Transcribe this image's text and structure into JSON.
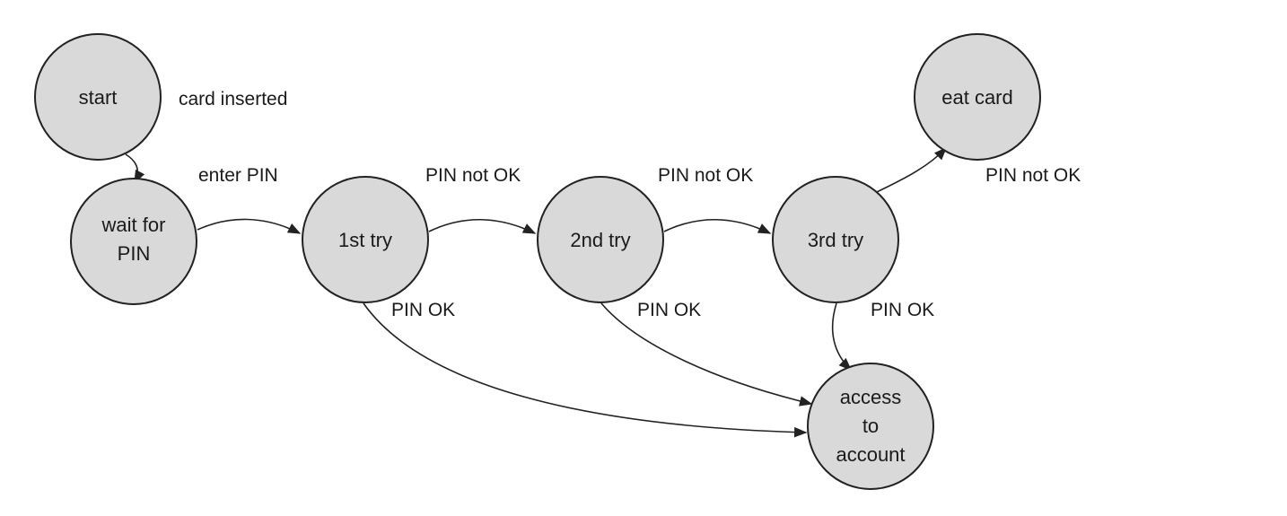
{
  "nodes": {
    "start": {
      "lines": [
        "start"
      ]
    },
    "wait_for_pin": {
      "lines": [
        "wait for",
        "PIN"
      ]
    },
    "first_try": {
      "lines": [
        "1st try"
      ]
    },
    "second_try": {
      "lines": [
        "2nd try"
      ]
    },
    "third_try": {
      "lines": [
        "3rd try"
      ]
    },
    "eat_card": {
      "lines": [
        "eat card"
      ]
    },
    "access_to_account": {
      "lines": [
        "access",
        "to",
        "account"
      ]
    }
  },
  "edges": {
    "card_inserted": "card inserted",
    "enter_pin": "enter PIN",
    "pin_not_ok_1": "PIN not OK",
    "pin_not_ok_2": "PIN not OK",
    "pin_not_ok_3": "PIN not OK",
    "pin_ok_1": "PIN OK",
    "pin_ok_2": "PIN OK",
    "pin_ok_3": "PIN OK"
  }
}
